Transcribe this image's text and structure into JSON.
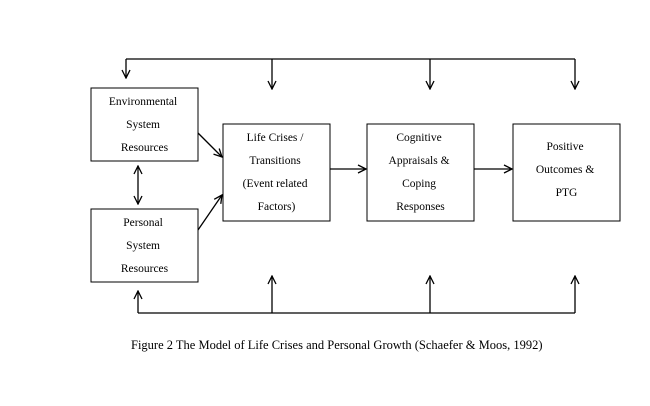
{
  "diagram": {
    "boxes": {
      "environmental": [
        "Environmental",
        "System",
        "Resources"
      ],
      "personal": [
        "Personal",
        "System",
        "Resources"
      ],
      "life_crises": [
        "Life Crises /",
        "Transitions",
        "(Event related",
        "Factors)"
      ],
      "cognitive": [
        "Cognitive",
        "Appraisals &",
        "Coping",
        "Responses"
      ],
      "positive": [
        "Positive",
        "Outcomes &",
        "PTG"
      ]
    }
  },
  "caption": {
    "text": "Figure 2 The Model of Life Crises and Personal Growth (Schaefer & Moos, 1992)"
  }
}
